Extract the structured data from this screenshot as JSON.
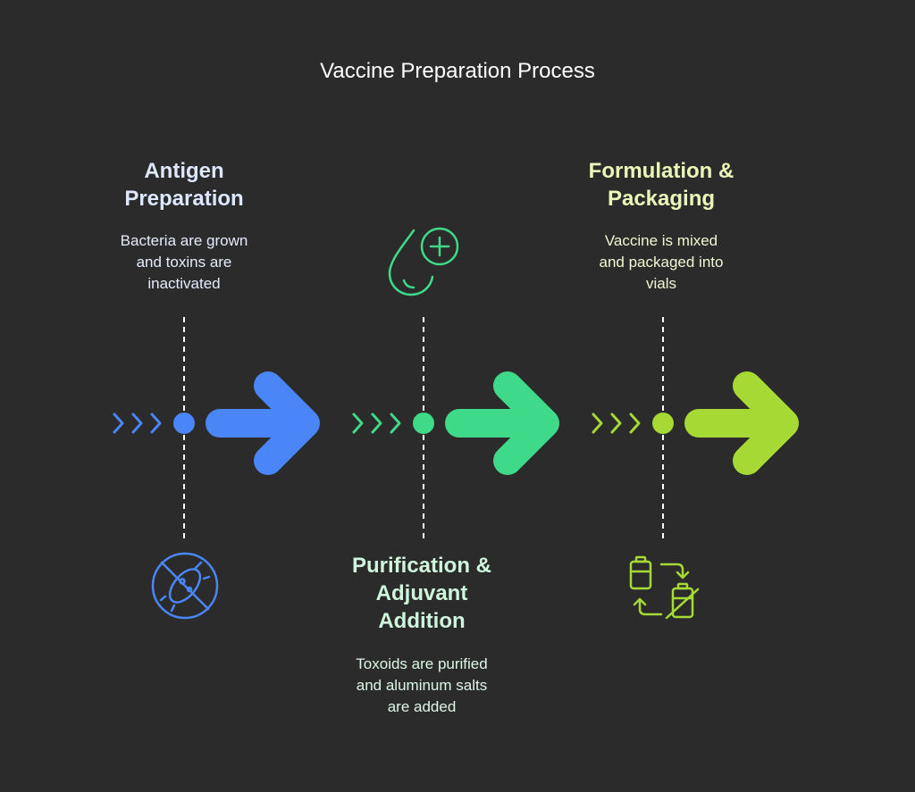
{
  "title": "Vaccine Preparation Process",
  "colors": {
    "background": "#2b2b2b",
    "step1": "#4a86f7",
    "step2": "#3fd98a",
    "step3": "#a6d934",
    "step1_heading": "#dde7ff",
    "step2_heading": "#cff5dc",
    "step3_heading": "#eaf7b8",
    "step1_desc": "#e4ebfa",
    "step2_desc": "#ddf6e6",
    "step3_desc": "#eef7d2"
  },
  "steps": [
    {
      "heading_line1": "Antigen",
      "heading_line2": "Preparation",
      "description_line1": "Bacteria are grown",
      "description_line2": "and toxins are",
      "description_line3": "inactivated",
      "icon": "no-bacteria-icon"
    },
    {
      "heading_line1": "Purification &",
      "heading_line2": "Adjuvant",
      "heading_line3": "Addition",
      "description_line1": "Toxoids are purified",
      "description_line2": "and aluminum salts",
      "description_line3": "are added",
      "icon": "drop-plus-icon"
    },
    {
      "heading_line1": "Formulation &",
      "heading_line2": "Packaging",
      "description_line1": "Vaccine is mixed",
      "description_line2": "and packaged into",
      "description_line3": "vials",
      "icon": "vial-cycle-icon"
    }
  ]
}
